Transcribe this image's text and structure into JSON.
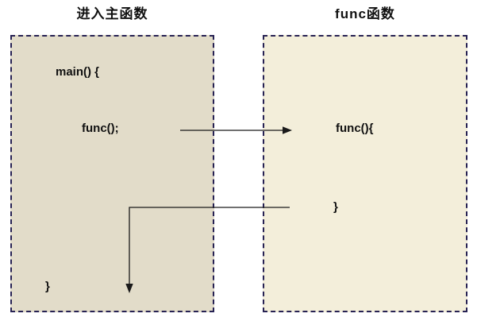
{
  "left": {
    "title": "进入主函数",
    "line_open": "main() {",
    "line_call": "func();",
    "line_close": "}"
  },
  "right": {
    "title": "func函数",
    "line_open": "func(){",
    "line_close": "}"
  },
  "colors": {
    "left_box_fill": "#e2dcc9",
    "right_box_fill": "#f3eeda",
    "box_border": "#272253",
    "arrow": "#1a1a1a",
    "text": "#111111",
    "background": "#ffffff"
  },
  "arrows": [
    {
      "name": "call-arrow",
      "description": "from func(); in main to func(){ entry, pointing right"
    },
    {
      "name": "return-arrow",
      "description": "from } of func back left into main, then down"
    }
  ]
}
